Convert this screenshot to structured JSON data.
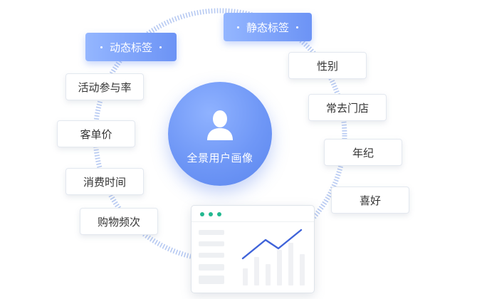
{
  "center": {
    "label": "全景用户画像",
    "icon": "user-silhouette-icon"
  },
  "dynamic": {
    "title": "动态标签",
    "items": [
      "活动参与率",
      "客单价",
      "消费时间",
      "购物频次"
    ]
  },
  "static": {
    "title": "静态标签",
    "items": [
      "性别",
      "常去门店",
      "年纪",
      "喜好"
    ]
  },
  "colors": {
    "accent": "#6c93f5",
    "ring": "#9fb8f0",
    "dashboard_dots": "#23b890",
    "trend_line": "#3f63d9"
  }
}
